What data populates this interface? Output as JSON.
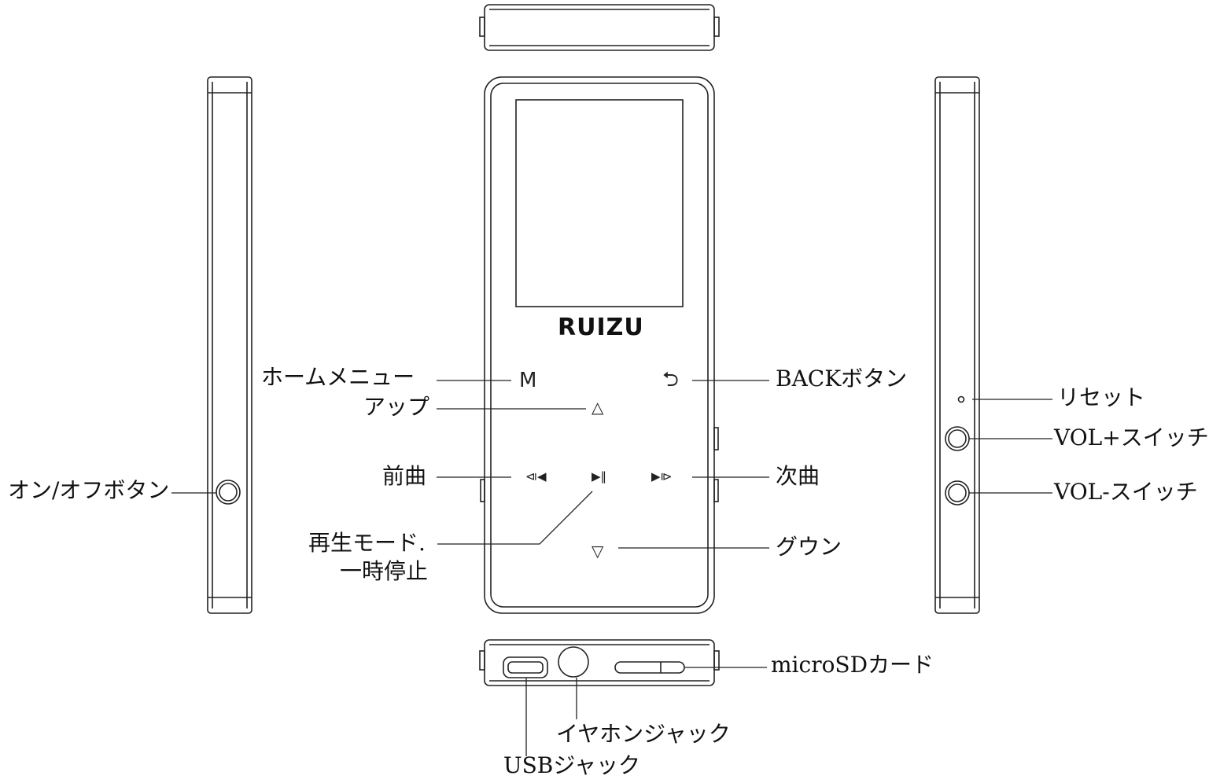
{
  "device": {
    "brand": "RUIZU",
    "screen": "",
    "keys": {
      "menu": "M",
      "back": "⮌",
      "up": "△",
      "prev": "⧏◀",
      "play": "▶‖",
      "next": "▶⧐",
      "down": "▽"
    }
  },
  "labels": {
    "home_menu": "ホームメニュー",
    "up": "アップ",
    "prev": "前曲",
    "play_mode_line1": "再生モード.",
    "play_mode_line2": "一時停止",
    "back": "BACKボタン",
    "next": "次曲",
    "down": "グウン",
    "power": "オン/オフボタン",
    "reset": "リセット",
    "vol_up": "VOL+スイッチ",
    "vol_down": "VOL-スイッチ",
    "microsd": "microSDカード",
    "earphone": "イヤホンジャック",
    "usb": "USBジャック"
  },
  "colors": {
    "line": "#222222",
    "background": "#ffffff"
  }
}
